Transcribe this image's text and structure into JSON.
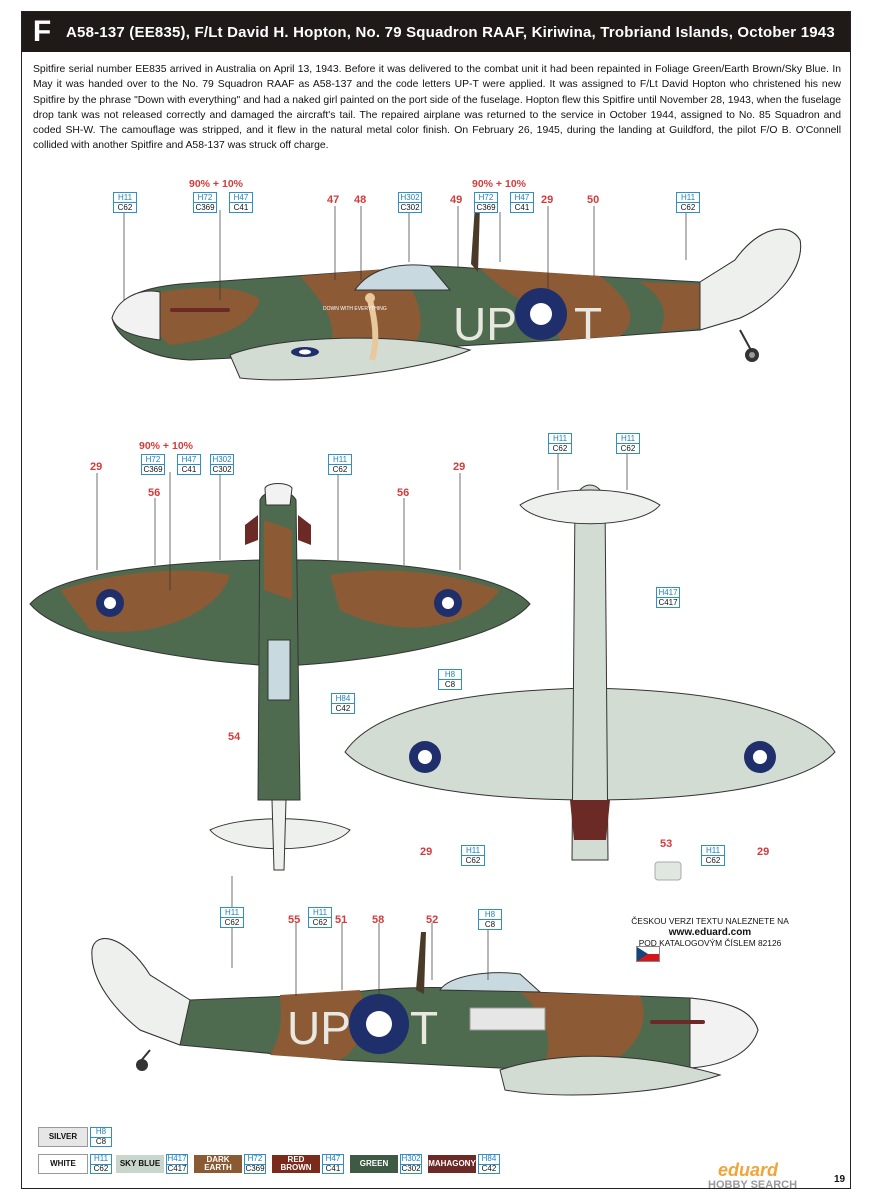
{
  "header": {
    "letter": "F",
    "title": "A58-137 (EE835), F/Lt David H. Hopton, No. 79 Squadron RAAF, Kiriwina, Trobriand Islands, October 1943"
  },
  "description": "Spitfire serial number EE835 arrived in Australia on April 13, 1943. Before it was delivered to the combat unit it had been repainted in Foliage Green/Earth Brown/Sky Blue. In May it was handed over to the No. 79 Squadron RAAF as A58-137 and the code letters UP-T were applied. It was assigned to F/Lt David Hopton who christened his new Spitfire by the phrase \"Down with everything\" and had a naked girl painted on the port side of the fuselage. Hopton flew this Spitfire until November 28, 1943, when the fuselage drop tank was not released correctly and damaged the aircraft's tail. The repaired airplane was returned to the service in October 1944, assigned to No. 85 Squadron and coded SH-W. The camouflage was stripped, and it flew in the natural metal color finish. On February 26, 1945, during the landing at Guildford, the pilot F/O B. O'Connell collided with another Spitfire and A58-137 was struck off charge.",
  "codes": {
    "left": "UP",
    "right": "T"
  },
  "nose_art": "DOWN WITH EVERYTHING",
  "mix_label": "90% + 10%",
  "callouts": {
    "c1": {
      "h": "H11",
      "c": "C62"
    },
    "c2": {
      "h": "H72",
      "c": "C369"
    },
    "c3": {
      "h": "H47",
      "c": "C41"
    },
    "c4": {
      "h": "H302",
      "c": "C302"
    },
    "c5": {
      "h": "H72",
      "c": "C369"
    },
    "c6": {
      "h": "H47",
      "c": "C41"
    },
    "c7": {
      "h": "H11",
      "c": "C62"
    },
    "c8": {
      "h": "H72",
      "c": "C369"
    },
    "c9": {
      "h": "H47",
      "c": "C41"
    },
    "c10": {
      "h": "H302",
      "c": "C302"
    },
    "c11": {
      "h": "H11",
      "c": "C62"
    },
    "c12": {
      "h": "H11",
      "c": "C62"
    },
    "c13": {
      "h": "H11",
      "c": "C62"
    },
    "c14": {
      "h": "H417",
      "c": "C417"
    },
    "c15": {
      "h": "H8",
      "c": "C8"
    },
    "c16": {
      "h": "H84",
      "c": "C42"
    },
    "c17": {
      "h": "H11",
      "c": "C62"
    },
    "c18": {
      "h": "H11",
      "c": "C62"
    },
    "c19": {
      "h": "H11",
      "c": "C62"
    },
    "c20": {
      "h": "H11",
      "c": "C62"
    },
    "c21": {
      "h": "H8",
      "c": "C8"
    }
  },
  "numbers": {
    "n47": "47",
    "n48": "48",
    "n49": "49",
    "n29a": "29",
    "n50": "50",
    "n29b": "29",
    "n56a": "56",
    "n56b": "56",
    "n29c": "29",
    "n54": "54",
    "n29d": "29",
    "n53": "53",
    "n29e": "29",
    "n55": "55",
    "n51": "51",
    "n58": "58",
    "n52": "52"
  },
  "czech": {
    "line1": "ČESKOU VERZI TEXTU NALEZNETE NA",
    "url": "www.eduard.com",
    "line3": "POD KATALOGOVÝM ČÍSLEM 82126"
  },
  "legend": [
    {
      "name": "SILVER",
      "h": "H8",
      "c": "C8",
      "bg": "#e6e6e6",
      "fg": "#111"
    },
    {
      "name": "WHITE",
      "h": "H11",
      "c": "C62",
      "bg": "#ffffff",
      "fg": "#111"
    },
    {
      "name": "SKY BLUE",
      "h": "H417",
      "c": "C417",
      "bg": "#c9d6cc",
      "fg": "#111"
    },
    {
      "name": "DARK EARTH",
      "h": "H72",
      "c": "C369",
      "bg": "#8a5a32",
      "fg": "#fff"
    },
    {
      "name": "RED BROWN",
      "h": "H47",
      "c": "C41",
      "bg": "#7a2b1c",
      "fg": "#fff"
    },
    {
      "name": "GREEN",
      "h": "H302",
      "c": "C302",
      "bg": "#3f5a44",
      "fg": "#fff"
    },
    {
      "name": "MAHAGONY",
      "h": "H84",
      "c": "C42",
      "bg": "#6b2a26",
      "fg": "#fff"
    }
  ],
  "page_number": "19",
  "brand": "eduard",
  "watermark": "HOBBY SEARCH",
  "colors": {
    "green": "#4e6b50",
    "brown": "#8c5a35",
    "sky": "#d3dcd3",
    "roundel": "#1f2f6b",
    "accent": "#d43b3b",
    "callout": "#2f8fc7"
  }
}
